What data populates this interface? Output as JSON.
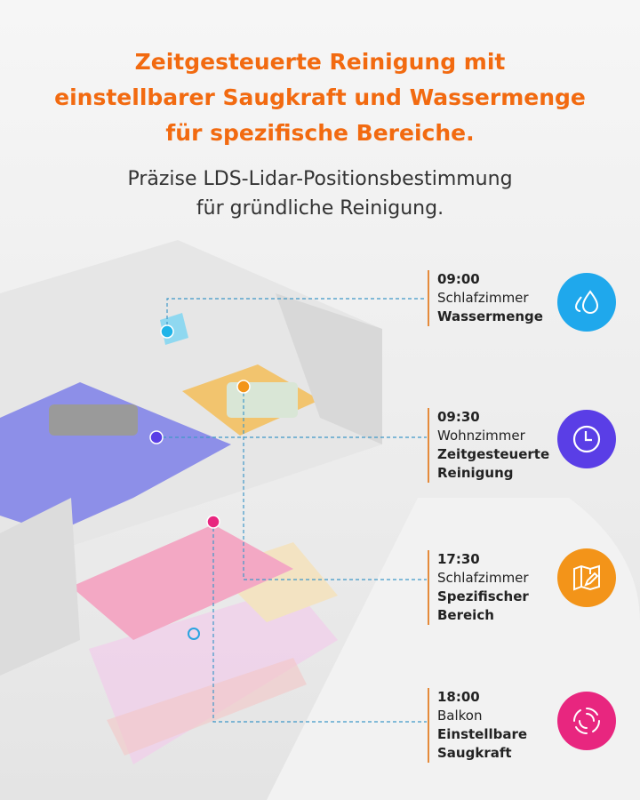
{
  "headline": [
    "Zeitgesteuerte Reinigung mit",
    "einstellbarer Saugkraft und Wassermenge",
    "für spezifische Bereiche."
  ],
  "subheadline": [
    "Präzise LDS-Lidar-Positionsbestimmung",
    "für gründliche Reinigung."
  ],
  "schedule": [
    {
      "time": "09:00",
      "room": "Schlafzimmer",
      "feature": [
        "Wassermenge"
      ],
      "icon": "water-drops-icon",
      "color": "#1fa8ec"
    },
    {
      "time": "09:30",
      "room": "Wohnzimmer",
      "feature": [
        "Zeitgesteuerte",
        "Reinigung"
      ],
      "icon": "clock-icon",
      "color": "#5a3ee6"
    },
    {
      "time": "17:30",
      "room": "Schlafzimmer",
      "feature": [
        "Spezifischer",
        "Bereich"
      ],
      "icon": "map-edit-icon",
      "color": "#f39419"
    },
    {
      "time": "18:00",
      "room": "Balkon",
      "feature": [
        "Einstellbare",
        "Saugkraft"
      ],
      "icon": "suction-swirl-icon",
      "color": "#e8267f"
    }
  ],
  "colors": {
    "accent": "#f26a10",
    "marker_cyan": "#1fb4e8",
    "marker_orange": "#f39419",
    "marker_purple": "#5a3ee6",
    "marker_pink": "#e8267f"
  }
}
